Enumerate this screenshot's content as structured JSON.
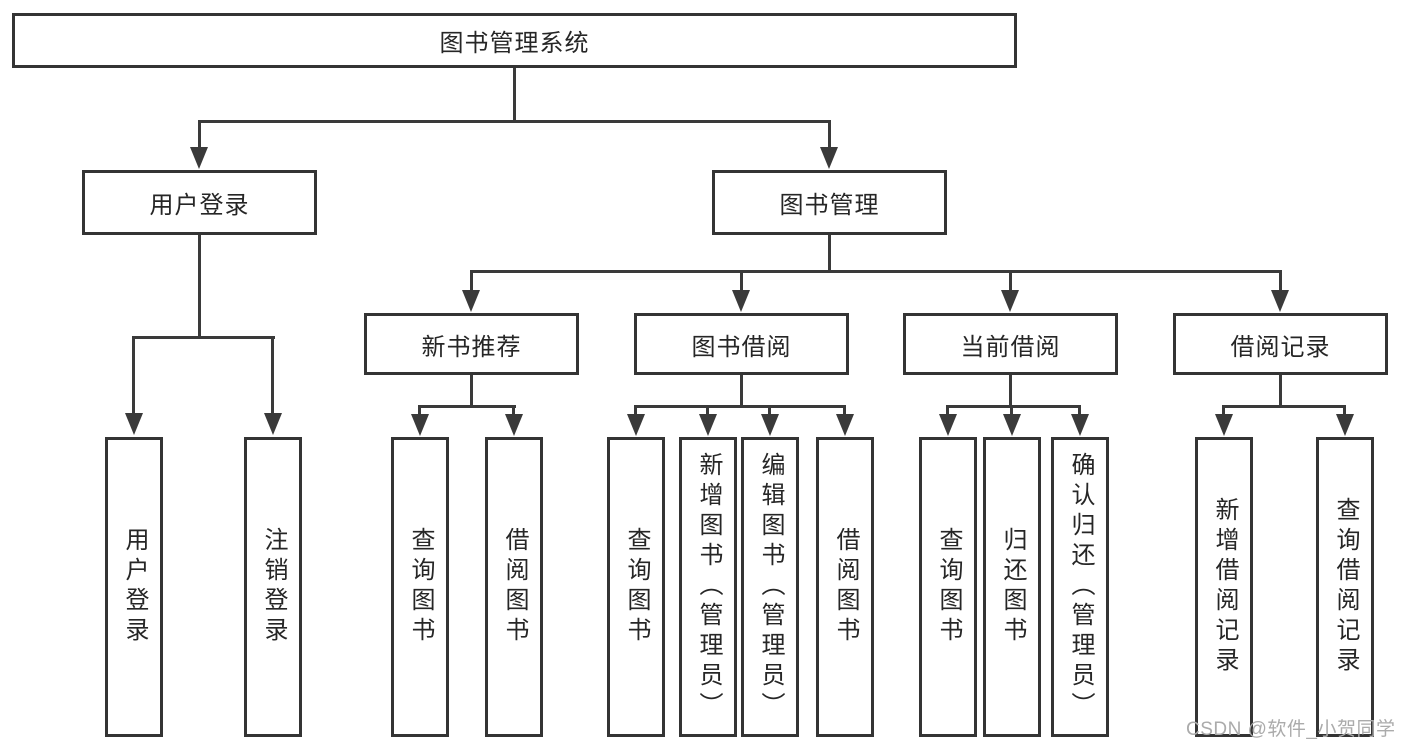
{
  "watermark": "CSDN @软件_小贺同学",
  "colors": {
    "line": "#3a3a3a",
    "border": "#343434",
    "text": "#262626",
    "watermark": "#ababab"
  },
  "tree": {
    "label": "图书管理系统",
    "children": [
      {
        "label": "用户登录",
        "children": [
          {
            "label": "用户登录"
          },
          {
            "label": "注销登录"
          }
        ]
      },
      {
        "label": "图书管理",
        "children": [
          {
            "label": "新书推荐",
            "children": [
              {
                "label": "查询图书"
              },
              {
                "label": "借阅图书"
              }
            ]
          },
          {
            "label": "图书借阅",
            "children": [
              {
                "label": "查询图书"
              },
              {
                "label": "新增图书（管理员）"
              },
              {
                "label": "编辑图书（管理员）"
              },
              {
                "label": "借阅图书"
              }
            ]
          },
          {
            "label": "当前借阅",
            "children": [
              {
                "label": "查询图书"
              },
              {
                "label": "归还图书"
              },
              {
                "label": "确认归还（管理员）"
              }
            ]
          },
          {
            "label": "借阅记录",
            "children": [
              {
                "label": "新增借阅记录"
              },
              {
                "label": "查询借阅记录"
              }
            ]
          }
        ]
      }
    ]
  }
}
